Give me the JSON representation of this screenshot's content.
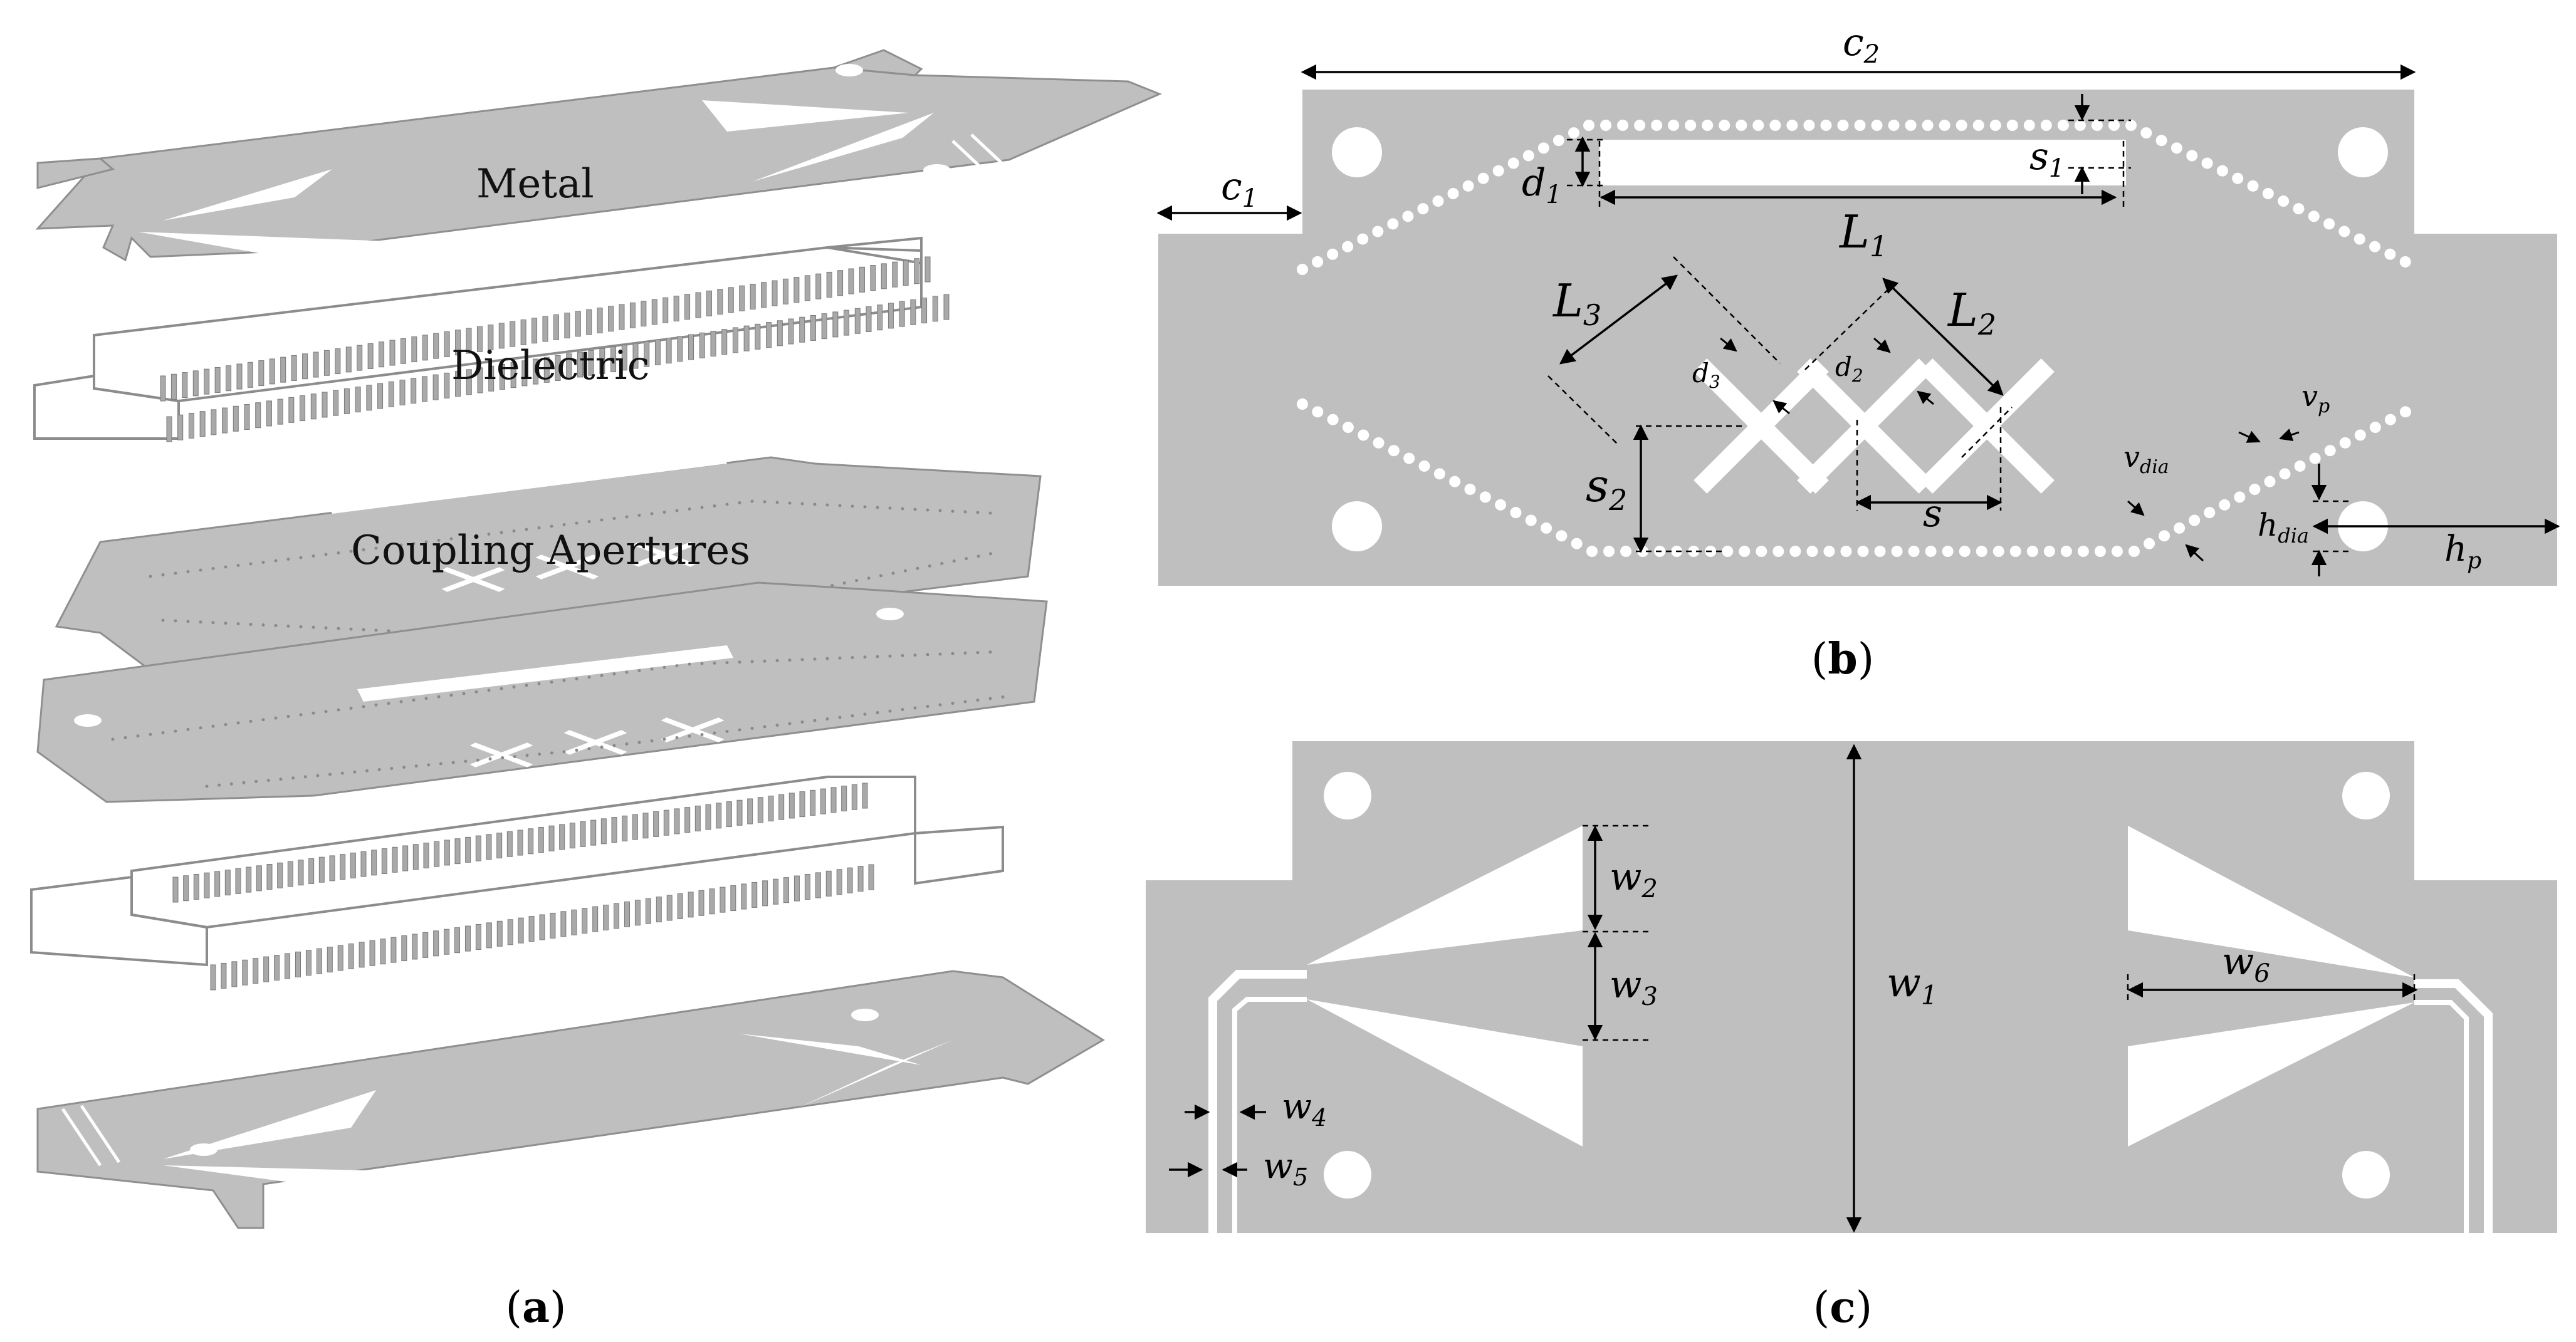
{
  "colors": {
    "metal": "#bfbfbf",
    "metal_edge": "#9a9a9a",
    "slot": "#ffffff",
    "line": "#000000",
    "dielectric_edge": "#8c8c8c",
    "via": "#a9a9a9"
  },
  "panel_a": {
    "caption": "a",
    "layers": [
      {
        "kind": "metal",
        "label": "Metal"
      },
      {
        "kind": "dielectric",
        "label": "Dielectric"
      },
      {
        "kind": "apertures",
        "label": "Coupling Apertures"
      },
      {
        "kind": "apertures",
        "label": ""
      },
      {
        "kind": "dielectric",
        "label": ""
      },
      {
        "kind": "metal",
        "label": ""
      }
    ]
  },
  "panel_b": {
    "caption": "b",
    "labels": {
      "c2": "c",
      "c2_sub": "2",
      "c1": "c",
      "c1_sub": "1",
      "d1": "d",
      "d1_sub": "1",
      "s1": "s",
      "s1_sub": "1",
      "L1": "L",
      "L1_sub": "1",
      "L2": "L",
      "L2_sub": "2",
      "L3": "L",
      "L3_sub": "3",
      "d2": "d",
      "d2_sub": "2",
      "d3": "d",
      "d3_sub": "3",
      "s2": "s",
      "s2_sub": "2",
      "s": "s",
      "vp": "v",
      "vp_sub": "p",
      "vdia": "v",
      "vdia_sub": "dia",
      "hdia": "h",
      "hdia_sub": "dia",
      "hp": "h",
      "hp_sub": "p"
    }
  },
  "panel_c": {
    "caption": "c",
    "labels": {
      "w1": "w",
      "w1_sub": "1",
      "w2": "w",
      "w2_sub": "2",
      "w3": "w",
      "w3_sub": "3",
      "w4": "w",
      "w4_sub": "4",
      "w5": "w",
      "w5_sub": "5",
      "w6": "w",
      "w6_sub": "6"
    }
  }
}
